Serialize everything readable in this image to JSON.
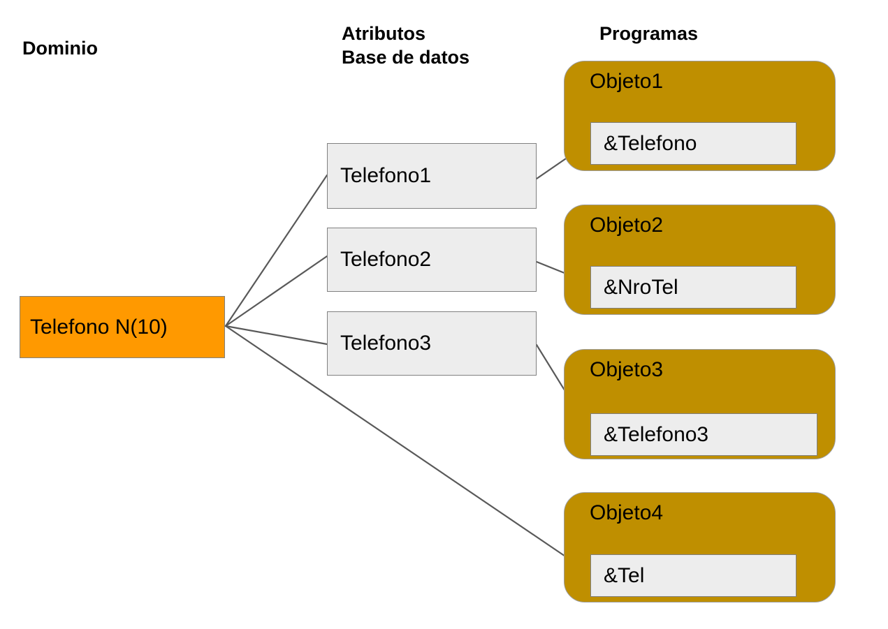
{
  "headings": {
    "dominio": "Dominio",
    "atributos": "Atributos\nBase de datos",
    "programas": "Programas"
  },
  "colors": {
    "domain_fill": "#FF9900",
    "attribute_fill": "#EDEDED",
    "program_fill": "#BF8F00",
    "field_fill": "#EDEDED",
    "border": "#808080",
    "connector": "#595959",
    "text": "#000000",
    "background": "#FFFFFF"
  },
  "domain": {
    "label": "Telefono N(10)"
  },
  "attributes": [
    {
      "label": "Telefono1"
    },
    {
      "label": "Telefono2"
    },
    {
      "label": "Telefono3"
    }
  ],
  "programs": [
    {
      "title": "Objeto1",
      "field": "&Telefono"
    },
    {
      "title": "Objeto2",
      "field": "&NroTel"
    },
    {
      "title": "Objeto3",
      "field": "&Telefono3"
    },
    {
      "title": "Objeto4",
      "field": "&Tel"
    }
  ],
  "connections": [
    {
      "from": "domain",
      "to": "Telefono1"
    },
    {
      "from": "domain",
      "to": "Telefono2"
    },
    {
      "from": "domain",
      "to": "Telefono3"
    },
    {
      "from": "domain",
      "to": "Objeto4.&Tel"
    },
    {
      "from": "Telefono1",
      "to": "Objeto1.&Telefono"
    },
    {
      "from": "Telefono2",
      "to": "Objeto2.&NroTel"
    },
    {
      "from": "Telefono3",
      "to": "Objeto3.&Telefono3"
    }
  ]
}
